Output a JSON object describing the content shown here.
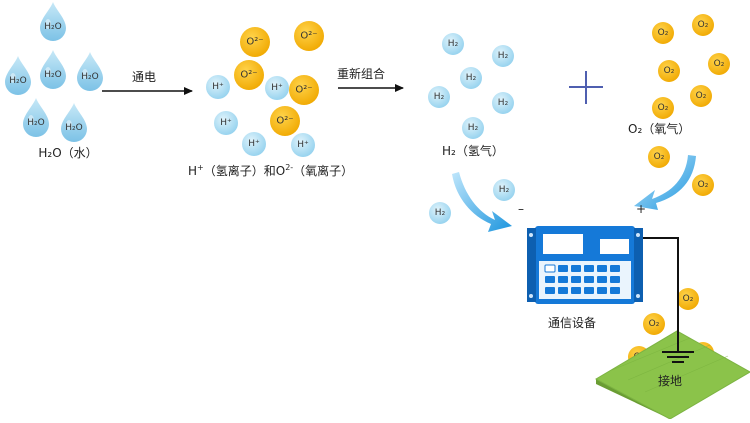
{
  "labels": {
    "water": "H₂O（水）",
    "step_electrolysis": "通电",
    "ions_h": "H",
    "ions_h_sup": "+",
    "ions_mid": "（氢离子）和O",
    "ions_o_sup": "2-",
    "ions_tail": "（氧离子）",
    "step_recombine": "重新组合",
    "hydrogen": "H₂（氢气）",
    "oxygen": "O₂（氧气）",
    "device": "通信设备",
    "ground": "接地",
    "minus": "–",
    "plus": "+"
  },
  "tokens": {
    "h2o": "H₂O",
    "hplus": "H⁺",
    "o2minus": "O²⁻",
    "h2": "H₂",
    "o2": "O₂"
  },
  "colors": {
    "water_drop": "#9fd3ee",
    "ion_h": "#a9dcf2",
    "ion_o": "#f5b400",
    "gas_h2": "#a9dcf2",
    "gas_o2": "#f5b400",
    "plus_sign": "#4f5fb0",
    "curve_arrow": "#1e9fe3",
    "device_body": "#1579d8",
    "ground": "#8bc34a"
  }
}
